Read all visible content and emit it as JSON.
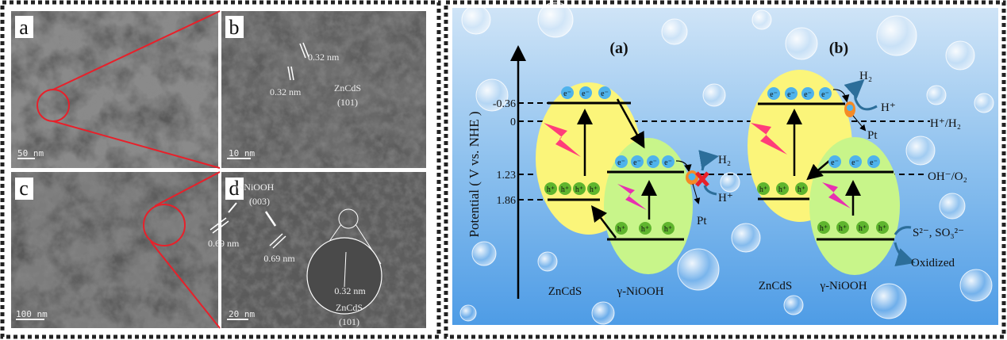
{
  "left_figure": {
    "panels": [
      {
        "letter": "a",
        "scale_bar": "50 nm"
      },
      {
        "letter": "b",
        "scale_bar": "10 nm",
        "annotations": [
          "0.32 nm",
          "0.32 nm",
          "ZnCdS",
          "(101)"
        ]
      },
      {
        "letter": "c",
        "scale_bar": "100 nm"
      },
      {
        "letter": "d",
        "scale_bar": "20 nm",
        "annotations": [
          "γ-NiOOH",
          "(003)",
          "0.69 nm",
          "0.69 nm",
          "0.32 nm",
          "ZnCdS",
          "(101)"
        ]
      }
    ]
  },
  "right_figure": {
    "axis_label": "Potential ( V vs. NHE )",
    "ticks": [
      "-0.36",
      "0",
      "1.23",
      "1.86"
    ],
    "scheme_a": {
      "title": "(a)",
      "semiconductor_1": "ZnCdS",
      "semiconductor_2": "γ-NiOOH",
      "electron": "e⁻",
      "hole": "h⁺",
      "products": [
        "H₂",
        "H⁺"
      ],
      "cocatalyst": "Pt"
    },
    "scheme_b": {
      "title": "(b)",
      "semiconductor_1": "ZnCdS",
      "semiconductor_2": "γ-NiOOH",
      "electron": "e⁻",
      "hole": "h⁺",
      "products": [
        "H₂",
        "H⁺"
      ],
      "cocatalyst": "Pt",
      "redox_levels": [
        "H⁺/H₂",
        "OH⁻/O₂"
      ],
      "sacrificial": "S²⁻, SO₃²⁻",
      "oxidized": "Oxidized"
    },
    "colors": {
      "zncds": "#fbf57a",
      "niooh": "#c8f58a",
      "electron": "#4fb3ec",
      "hole": "#5fb52e",
      "lightning": "#ff3d7a",
      "cross": "#e8202a",
      "zoom_lines": "#e8202a"
    }
  }
}
